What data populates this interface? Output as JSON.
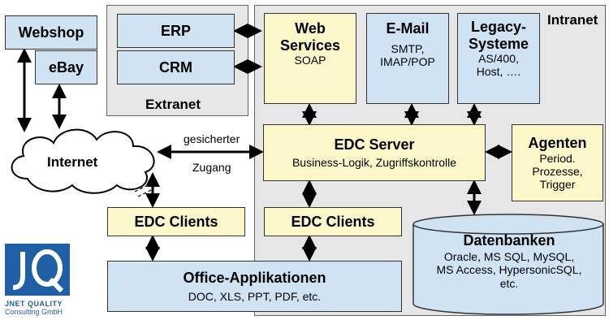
{
  "zones": {
    "extranet": "Extranet",
    "intranet": "Intranet"
  },
  "boxes": {
    "webshop": {
      "title": "Webshop"
    },
    "ebay": {
      "title": "eBay"
    },
    "erp": {
      "title": "ERP"
    },
    "crm": {
      "title": "CRM"
    },
    "web_services": {
      "title_line1": "Web",
      "title_line2": "Services",
      "sub": "SOAP"
    },
    "email": {
      "title": "E-Mail",
      "sub_line1": "SMTP,",
      "sub_line2": "IMAP/POP"
    },
    "legacy": {
      "title_line1": "Legacy-",
      "title_line2": "Systeme",
      "sub_line1": "AS/400,",
      "sub_line2": "Host, …."
    },
    "edc_server": {
      "title": "EDC Server",
      "sub": "Business-Logik, Zugriffskontrolle"
    },
    "agenten": {
      "title": "Agenten",
      "sub_line1": "Period.",
      "sub_line2": "Prozesse,",
      "sub_line3": "Trigger"
    },
    "edc_clients_left": {
      "title": "EDC Clients"
    },
    "edc_clients_right": {
      "title": "EDC Clients"
    },
    "office": {
      "title": "Office-Applikationen",
      "sub": "DOC, XLS, PPT, PDF, etc."
    },
    "datenbanken": {
      "title": "Datenbanken",
      "sub_line1": "Oracle, MS SQL, MySQL,",
      "sub_line2": "MS Access, HypersonicSQL,",
      "sub_line3": "etc."
    }
  },
  "internet": {
    "label": "Internet"
  },
  "connection_label": {
    "line1": "gesicherter",
    "line2": "Zugang"
  },
  "logo": {
    "line1": "JNET QUALITY",
    "line2": "Consulting GmbH",
    "letters": "JQ"
  },
  "colors": {
    "blue_box": "#cfe3f3",
    "yellow_box": "#fbf7c9",
    "zone": "#e6e6e6",
    "logo": "#1f5fa6"
  }
}
